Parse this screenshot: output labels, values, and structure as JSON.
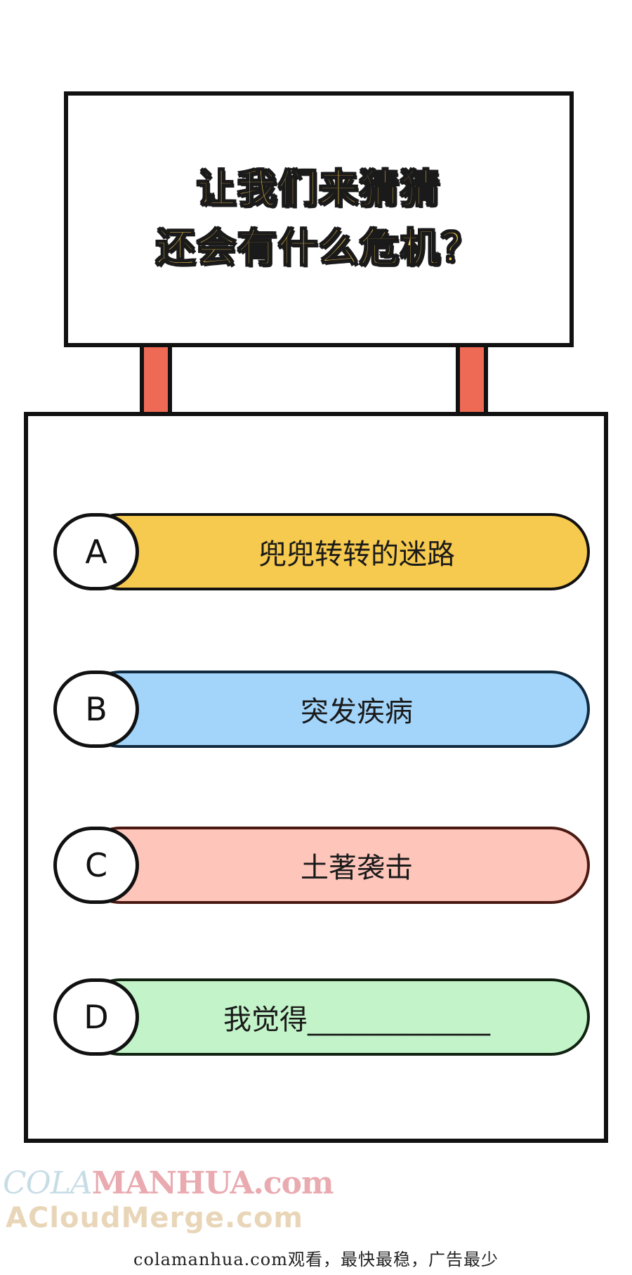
{
  "sign": {
    "title_line1": "让我们来猜猜",
    "title_line2": "还会有什么危机？"
  },
  "options": [
    {
      "letter": "A",
      "text": "兜兜转转的迷路",
      "color": "#f6c94f",
      "border": "#111111"
    },
    {
      "letter": "B",
      "text": "突发疾病",
      "color": "#a3d5fb",
      "border": "#102a40"
    },
    {
      "letter": "C",
      "text": "土著袭击",
      "color": "#fec5bb",
      "border": "#4a1a12"
    },
    {
      "letter": "D",
      "text": "我觉得_____________",
      "color": "#c3f4c9",
      "border": "#112211"
    }
  ],
  "watermark": {
    "cola": "COLA",
    "manhua": "MANHUA.com",
    "acloud": "ACloudMerge.com"
  },
  "footer": {
    "text": "colamanhua.com观看，最快最稳，广告最少"
  },
  "colors": {
    "post": "#ef6a55",
    "title_fill": "#f7c84f"
  }
}
